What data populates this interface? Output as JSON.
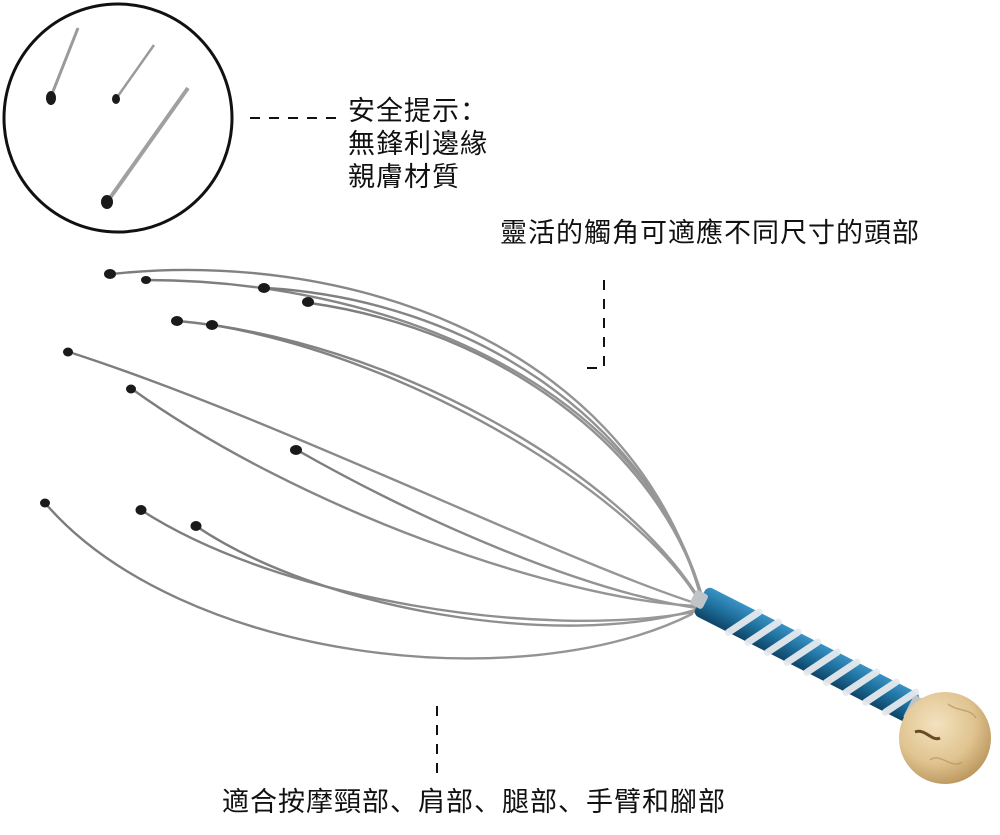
{
  "captions": {
    "safety_title": "安全提示：",
    "safety_line1": "無鋒利邊緣",
    "safety_line2": "親膚材質",
    "prongs": "靈活的觸角可適應不同尺寸的頭部",
    "usage": "適合按摩頸部、肩部、腿部、手臂和腳部"
  },
  "colors": {
    "background": "#ffffff",
    "text": "#111111",
    "wire": "#8a8a8a",
    "tip": "#1a1a1a",
    "handle_blue": "#1e6f9c",
    "handle_silver": "#d8dde2",
    "ball_wood": "#e6cfa2"
  },
  "product": {
    "name_icon": "head-massager-image",
    "prong_count": 12
  }
}
